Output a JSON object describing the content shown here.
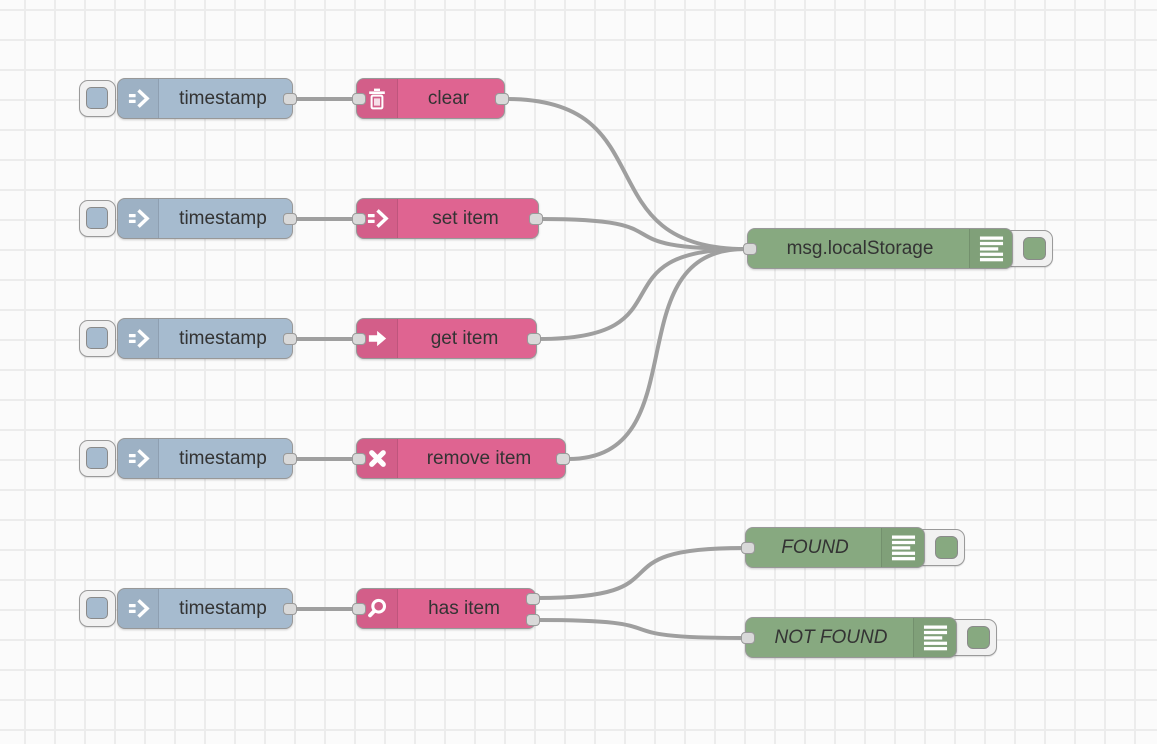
{
  "editor": {
    "kind": "flow-canvas",
    "description": "Node-RED style flow with inject, localStorage and debug nodes"
  },
  "colors": {
    "inject_node": "#a6bbcf",
    "storage_node": "#df6491",
    "debug_node": "#87a980",
    "wire": "#9f9f9f",
    "port": "#d9d9d9",
    "label_text": "#333333",
    "grid_line": "#ececec",
    "canvas_background": "#fbfbfb"
  },
  "nodes": {
    "inject1": {
      "label": "timestamp",
      "type": "inject",
      "icon": "inject-arrow-icon"
    },
    "inject2": {
      "label": "timestamp",
      "type": "inject",
      "icon": "inject-arrow-icon"
    },
    "inject3": {
      "label": "timestamp",
      "type": "inject",
      "icon": "inject-arrow-icon"
    },
    "inject4": {
      "label": "timestamp",
      "type": "inject",
      "icon": "inject-arrow-icon"
    },
    "inject5": {
      "label": "timestamp",
      "type": "inject",
      "icon": "inject-arrow-icon"
    },
    "clear": {
      "label": "clear",
      "type": "localstorage",
      "icon": "trash-icon"
    },
    "set_item": {
      "label": "set item",
      "type": "localstorage",
      "icon": "sign-in-arrow-icon"
    },
    "get_item": {
      "label": "get item",
      "type": "localstorage",
      "icon": "arrow-right-icon"
    },
    "remove_item": {
      "label": "remove item",
      "type": "localstorage",
      "icon": "cross-icon"
    },
    "has_item": {
      "label": "has item",
      "type": "localstorage",
      "icon": "search-icon",
      "outputs": 2
    },
    "debug_storage": {
      "label": "msg.localStorage",
      "type": "debug",
      "icon": "debug-lines-icon"
    },
    "debug_found": {
      "label": "FOUND",
      "type": "debug",
      "icon": "debug-lines-icon"
    },
    "debug_not_found": {
      "label": "NOT FOUND",
      "type": "debug",
      "icon": "debug-lines-icon"
    }
  },
  "wires": [
    {
      "from": "inject1",
      "to": "clear"
    },
    {
      "from": "inject2",
      "to": "set_item"
    },
    {
      "from": "inject3",
      "to": "get_item"
    },
    {
      "from": "inject4",
      "to": "remove_item"
    },
    {
      "from": "inject5",
      "to": "has_item"
    },
    {
      "from": "clear",
      "to": "debug_storage"
    },
    {
      "from": "set_item",
      "to": "debug_storage"
    },
    {
      "from": "get_item",
      "to": "debug_storage"
    },
    {
      "from": "remove_item",
      "to": "debug_storage"
    },
    {
      "from": "has_item:output1",
      "to": "debug_found"
    },
    {
      "from": "has_item:output2",
      "to": "debug_not_found"
    }
  ]
}
